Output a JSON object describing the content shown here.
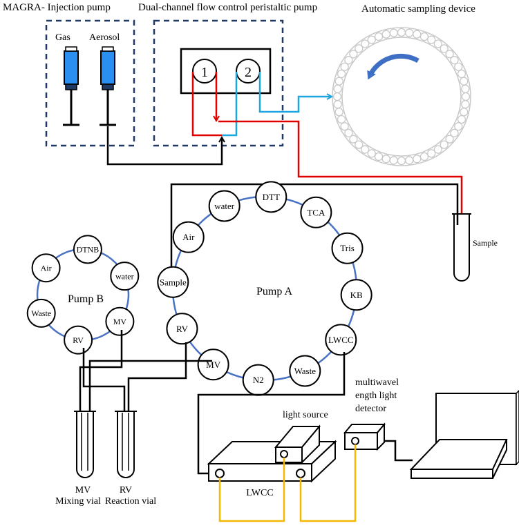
{
  "labels": {
    "injection_pump": "MAGRA- Injection pump",
    "gas": "Gas",
    "aerosol": "Aerosol",
    "peristaltic_pump": "Dual-channel flow control peristaltic pump",
    "channel_1": "1",
    "channel_2": "2",
    "sampler": "Automatic sampling device",
    "sample_tube": "Sample",
    "pump_a": "Pump A",
    "pump_b": "Pump B",
    "light_source": "light source",
    "detector_line1": "multiwavel",
    "detector_line2": "ength light",
    "detector_line3": "detector",
    "lwcc_box": "LWCC",
    "mv_short": "MV",
    "mv_long": "Mixing vial",
    "rv_short": "RV",
    "rv_long": "Reaction vial"
  },
  "pump_a_ports": [
    "DTT",
    "TCA",
    "Tris",
    "KB",
    "LWCC",
    "Waste",
    "N2",
    "MV",
    "RV",
    "Sample",
    "Air",
    "water"
  ],
  "pump_b_ports": [
    "DTNB",
    "water",
    "MV",
    "RV",
    "Waste",
    "Air"
  ],
  "colors": {
    "red": "#e00000",
    "cyan": "#1ca6e0",
    "yellow": "#f5b800",
    "ring_blue": "#4a72c4",
    "syringe_blue": "#2a8ff0",
    "dash_navy": "#1f3864",
    "sampler_grey": "#c8c8c8",
    "arrow_blue": "#3f6fc4"
  }
}
